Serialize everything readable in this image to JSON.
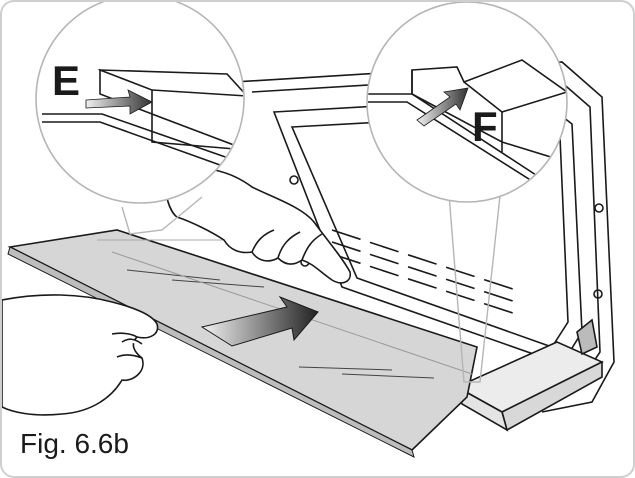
{
  "caption": "Fig. 6.6b",
  "callouts": {
    "left": "E",
    "right": "F"
  },
  "colors": {
    "glass": "#d6d6d6",
    "line": "#1a1a1a",
    "arrow": "#333333",
    "frame": "#cfcfcf"
  }
}
